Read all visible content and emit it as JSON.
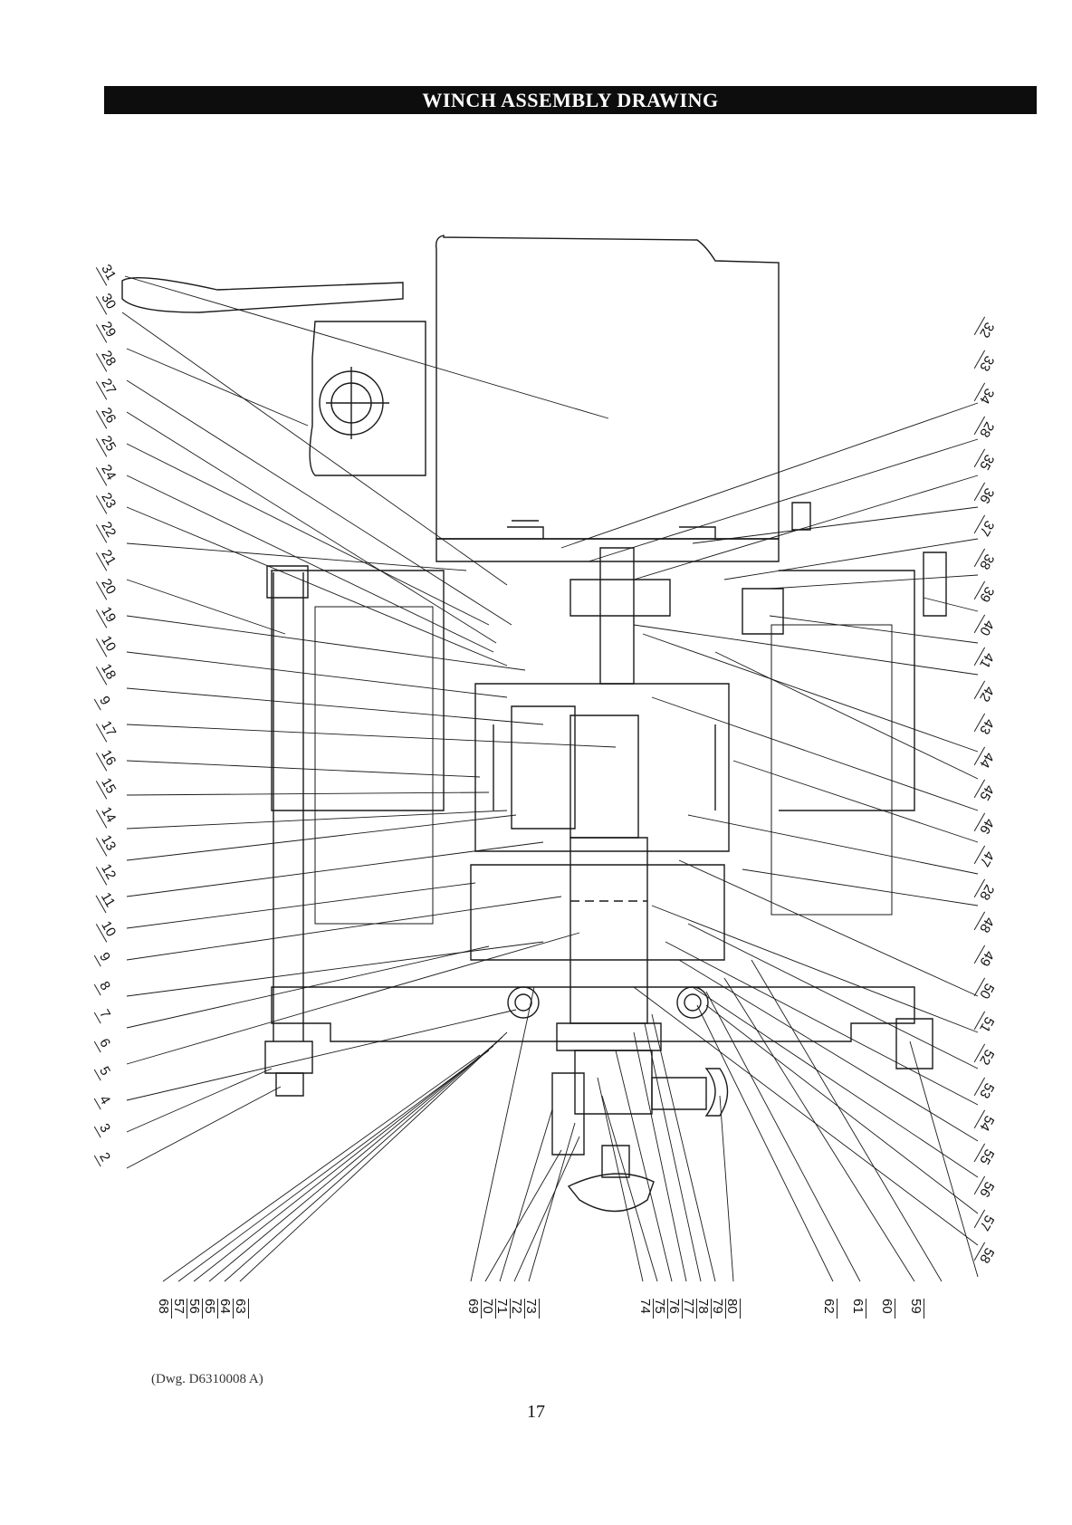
{
  "header": {
    "title": "WINCH ASSEMBLY DRAWING"
  },
  "left_labels": [
    "31",
    "30",
    "29",
    "28",
    "27",
    "26",
    "25",
    "24",
    "23",
    "22",
    "21",
    "20",
    "19",
    "10",
    "18",
    "9",
    "17",
    "16",
    "15",
    "14",
    "13",
    "12",
    "11",
    "10",
    "9",
    "8",
    "7",
    "6",
    "5",
    "4",
    "3",
    "2"
  ],
  "right_labels": [
    "32",
    "33",
    "34",
    "28",
    "35",
    "36",
    "37",
    "38",
    "39",
    "40",
    "41",
    "42",
    "43",
    "44",
    "45",
    "46",
    "47",
    "28",
    "48",
    "49",
    "50",
    "51",
    "52",
    "53",
    "54",
    "55",
    "56",
    "57",
    "58"
  ],
  "bottom_left_labels": [
    "68",
    "57",
    "56",
    "65",
    "64",
    "63"
  ],
  "bottom_mid_labels": [
    "69",
    "70",
    "71",
    "72",
    "73"
  ],
  "bottom_mid2_labels": [
    "74",
    "75",
    "76",
    "77",
    "78",
    "79",
    "80"
  ],
  "bottom_right_labels": [
    "62",
    "61",
    "60",
    "59"
  ],
  "footer": {
    "drawing_no": "(Dwg. D6310008 A)",
    "page_number": "17"
  }
}
